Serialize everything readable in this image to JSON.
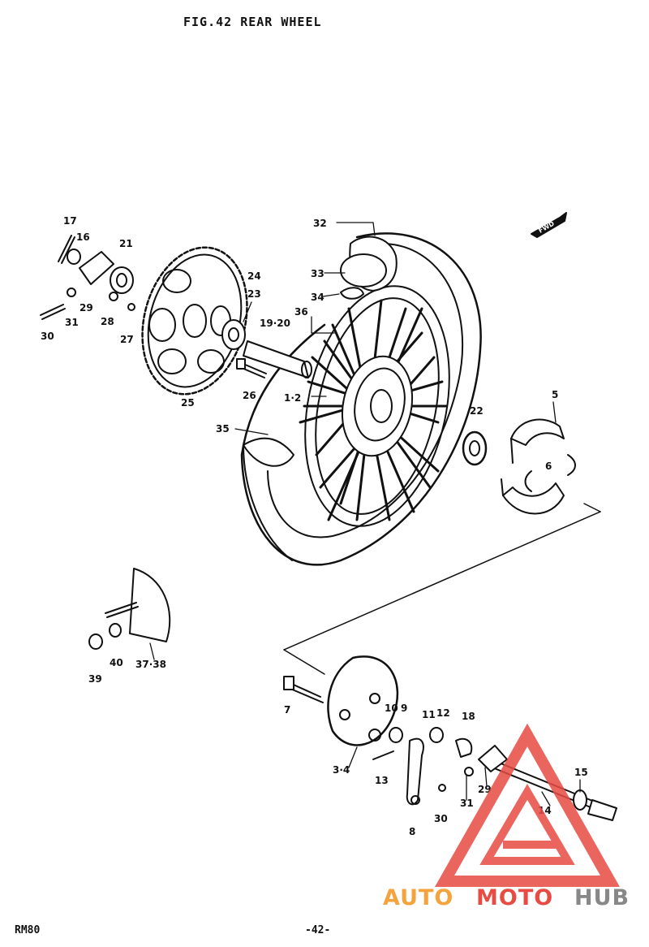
{
  "page": {
    "title": "FIG.42  REAR WHEEL",
    "model": "RM80",
    "page_number": "-42-",
    "direction_marker": "FWD"
  },
  "watermark": {
    "part_a": "AUTO",
    "part_b": "MOTO",
    "part_c": "HUB",
    "colors": {
      "red": "#e84b44",
      "orange": "#f5a33d",
      "gray": "#888888"
    }
  },
  "callouts": [
    {
      "id": "c17",
      "label": "17"
    },
    {
      "id": "c16",
      "label": "16"
    },
    {
      "id": "c21",
      "label": "21"
    },
    {
      "id": "c29a",
      "label": "29"
    },
    {
      "id": "c28",
      "label": "28"
    },
    {
      "id": "c27",
      "label": "27"
    },
    {
      "id": "c30a",
      "label": "30"
    },
    {
      "id": "c31a",
      "label": "31"
    },
    {
      "id": "c24",
      "label": "24"
    },
    {
      "id": "c23",
      "label": "23"
    },
    {
      "id": "c25",
      "label": "25"
    },
    {
      "id": "c26",
      "label": "26"
    },
    {
      "id": "c1920",
      "label": "19·20"
    },
    {
      "id": "c36",
      "label": "36"
    },
    {
      "id": "c12",
      "label": "1·2"
    },
    {
      "id": "c32",
      "label": "32"
    },
    {
      "id": "c33",
      "label": "33"
    },
    {
      "id": "c34",
      "label": "34"
    },
    {
      "id": "c35",
      "label": "35"
    },
    {
      "id": "c22",
      "label": "22"
    },
    {
      "id": "c5",
      "label": "5"
    },
    {
      "id": "c6",
      "label": "6"
    },
    {
      "id": "c39",
      "label": "39"
    },
    {
      "id": "c40",
      "label": "40"
    },
    {
      "id": "c3738",
      "label": "37·38"
    },
    {
      "id": "c7",
      "label": "7"
    },
    {
      "id": "c34b",
      "label": "3·4"
    },
    {
      "id": "c10",
      "label": "10"
    },
    {
      "id": "c9",
      "label": "9"
    },
    {
      "id": "c11",
      "label": "11"
    },
    {
      "id": "c12b",
      "label": "12"
    },
    {
      "id": "c13",
      "label": "13"
    },
    {
      "id": "c18",
      "label": "18"
    },
    {
      "id": "c8",
      "label": "8"
    },
    {
      "id": "c30b",
      "label": "30"
    },
    {
      "id": "c31b",
      "label": "31"
    },
    {
      "id": "c29b",
      "label": "29"
    },
    {
      "id": "c14",
      "label": "14"
    },
    {
      "id": "c15",
      "label": "15"
    }
  ]
}
